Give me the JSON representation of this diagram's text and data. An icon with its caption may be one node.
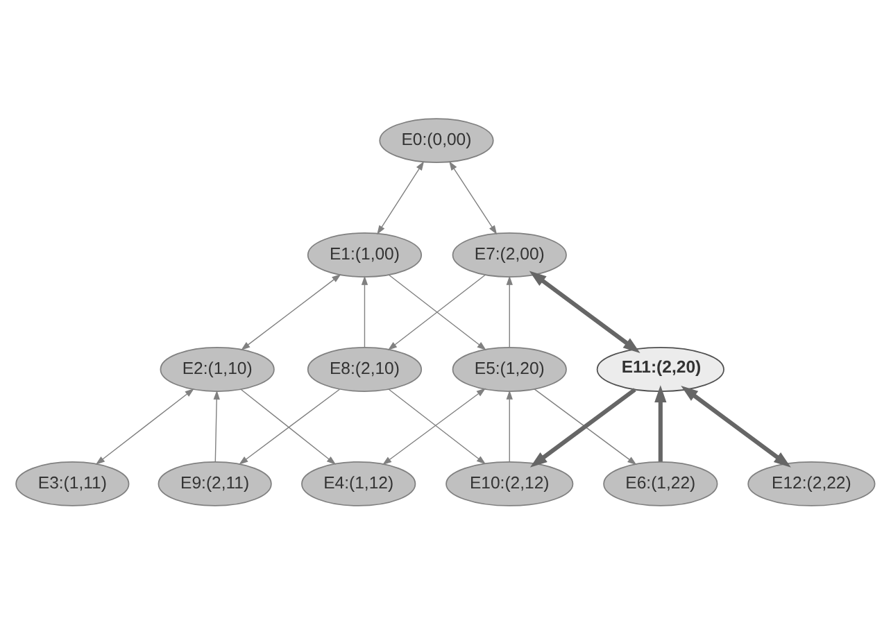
{
  "diagram": {
    "nodes": [
      {
        "text": [
          "E0:(0,00)"
        ]
      },
      {
        "text": [
          "E1:(1,00)"
        ]
      },
      {
        "text": [
          "E2:(1,10)"
        ]
      },
      {
        "text": [
          "E3:(1,11)"
        ]
      },
      {
        "text": [
          "E4:(1,12)"
        ]
      },
      {
        "text": [
          "E5:(1,20)"
        ]
      },
      {
        "text": [
          "E6:(1,22)"
        ]
      },
      {
        "text": [
          "E7:(2,00)"
        ]
      },
      {
        "text": [
          "E8:(2,10)"
        ]
      },
      {
        "text": [
          "E9:(2,11)"
        ]
      },
      {
        "text": [
          "E10:(2,12)"
        ]
      },
      {
        "text": [
          "E11:(2,20)"
        ]
      },
      {
        "text": [
          "E12:(2,22)"
        ]
      }
    ],
    "edges": [
      {
        "from": 0,
        "to": 1,
        "arrow": "both"
      },
      {
        "from": 0,
        "to": 7,
        "arrow": "both"
      },
      {
        "from": 1,
        "to": 2,
        "arrow": "both"
      },
      {
        "from": 1,
        "to": 5,
        "arrow": "to"
      },
      {
        "from": 8,
        "to": 1,
        "arrow": "to"
      },
      {
        "from": 5,
        "to": 7,
        "arrow": "to"
      },
      {
        "from": 7,
        "to": 8,
        "arrow": "to"
      },
      {
        "from": 7,
        "to": 11,
        "arrow": "both",
        "style": "thick"
      },
      {
        "from": 2,
        "to": 3,
        "arrow": "both"
      },
      {
        "from": 2,
        "to": 4,
        "arrow": "to"
      },
      {
        "from": 9,
        "to": 2,
        "arrow": "to"
      },
      {
        "from": 5,
        "to": 4,
        "arrow": "both"
      },
      {
        "from": 5,
        "to": 6,
        "arrow": "to"
      },
      {
        "from": 10,
        "to": 5,
        "arrow": "to"
      },
      {
        "from": 6,
        "to": 11,
        "arrow": "to",
        "style": "thick"
      },
      {
        "from": 8,
        "to": 9,
        "arrow": "to"
      },
      {
        "from": 8,
        "to": 10,
        "arrow": "to"
      },
      {
        "from": 11,
        "to": 10,
        "arrow": "to",
        "style": "thick"
      },
      {
        "from": 11,
        "to": 12,
        "arrow": "both",
        "style": "thick"
      }
    ]
  }
}
